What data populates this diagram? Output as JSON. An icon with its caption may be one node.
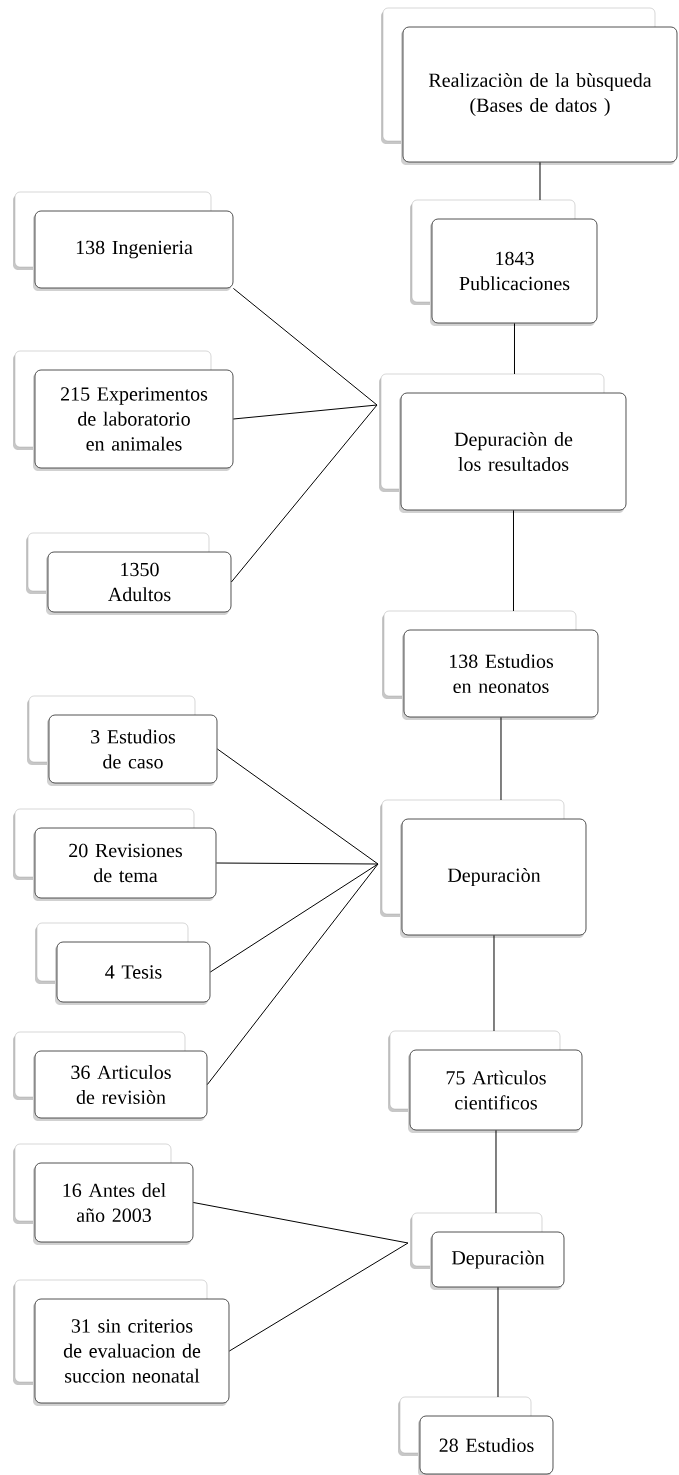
{
  "diagram": {
    "nodes": [
      {
        "text": [
          "Realizaciòn de la bùsqueda (Bases de datos )"
        ]
      },
      {
        "text": [
          "138 Ingenieria"
        ]
      },
      {
        "text": [
          "1843 Publicaciones"
        ]
      },
      {
        "text": [
          "215 Experimentos de laboratorio en animales"
        ]
      },
      {
        "text": [
          "Depuraciòn de los resultados"
        ]
      },
      {
        "text": [
          "1350 Adultos"
        ]
      },
      {
        "text": [
          "138 Estudios en neonatos"
        ]
      },
      {
        "text": [
          "3 Estudios de caso"
        ]
      },
      {
        "text": [
          "20 Revisiones de tema"
        ]
      },
      {
        "text": [
          "Depuraciòn"
        ]
      },
      {
        "text": [
          "4 Tesis"
        ]
      },
      {
        "text": [
          "36 Articulos de revisiòn"
        ]
      },
      {
        "text": [
          "75 Artìculos cientificos"
        ]
      },
      {
        "text": [
          "16 Antes del año 2003"
        ]
      },
      {
        "text": [
          "Depuraciòn"
        ]
      },
      {
        "text": [
          "31 sin criterios de evaluacion de succion neonatal"
        ]
      },
      {
        "text": [
          "28 Estudios"
        ]
      }
    ],
    "edges": [
      {
        "from": 0,
        "to": 2,
        "arrow": "none"
      },
      {
        "from": 2,
        "to": 4,
        "arrow": "none"
      },
      {
        "from": 1,
        "to": 4,
        "arrow": "none"
      },
      {
        "from": 3,
        "to": 4,
        "arrow": "none"
      },
      {
        "from": 5,
        "to": 4,
        "arrow": "none"
      },
      {
        "from": 4,
        "to": 6,
        "arrow": "none"
      },
      {
        "from": 6,
        "to": 9,
        "arrow": "none"
      },
      {
        "from": 7,
        "to": 9,
        "arrow": "none"
      },
      {
        "from": 8,
        "to": 9,
        "arrow": "none"
      },
      {
        "from": 10,
        "to": 9,
        "arrow": "none"
      },
      {
        "from": 11,
        "to": 9,
        "arrow": "none"
      },
      {
        "from": 9,
        "to": 12,
        "arrow": "none"
      },
      {
        "from": 12,
        "to": 14,
        "arrow": "none"
      },
      {
        "from": 13,
        "to": 14,
        "arrow": "none"
      },
      {
        "from": 15,
        "to": 14,
        "arrow": "none"
      },
      {
        "from": 14,
        "to": 16,
        "arrow": "none"
      }
    ]
  }
}
